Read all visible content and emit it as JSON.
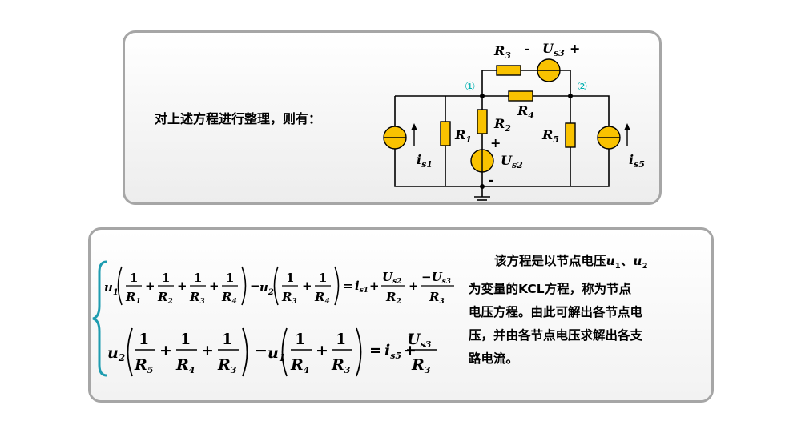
{
  "intro": "对上述方程进行整理，则有：",
  "circuit": {
    "node1": "①",
    "node2": "②",
    "R1": "R",
    "R1_sub": "1",
    "R2": "R",
    "R2_sub": "2",
    "R3": "R",
    "R3_sub": "3",
    "R4": "R",
    "R4_sub": "4",
    "R5": "R",
    "R5_sub": "5",
    "Us3_minus": "-",
    "Us3": "U",
    "Us3_sub": "s3",
    "Us3_plus": "+",
    "Us2_plus": "+",
    "Us2": "U",
    "Us2_sub": "s2",
    "Us2_minus": "-",
    "is1": "i",
    "is1_sub": "s1",
    "is5": "i",
    "is5_sub": "s5"
  },
  "equations": {
    "one": "1",
    "plus": "+",
    "minus": "−",
    "equals": "=",
    "u": "u",
    "sub1": "1",
    "sub2": "2",
    "R": "R",
    "U": "U",
    "i": "i",
    "s1": "s1",
    "s2": "s2",
    "s3": "s3",
    "s5": "s5",
    "neg": "−",
    "r_sub1": "1",
    "r_sub2": "2",
    "r_sub3": "3",
    "r_sub4": "4",
    "r_sub5": "5"
  },
  "explain": {
    "l1_a": "该方程是以节点电压",
    "l1_u1": "u",
    "l1_s1": "1",
    "l1_b": "、",
    "l1_u2": "u",
    "l1_s2": "2",
    "l2": "为变量的KCL方程，称为节点",
    "l3": "电压方程。由此可解出各节点电",
    "l4": "压，并由各节点电压求解出各支",
    "l5": "路电流。"
  },
  "colors": {
    "element_fill": "#f9c200",
    "wire": "#000000",
    "node_label": "#00b0b0",
    "brace": "#1e9cb0",
    "panel_border": "#a6a6a6"
  }
}
